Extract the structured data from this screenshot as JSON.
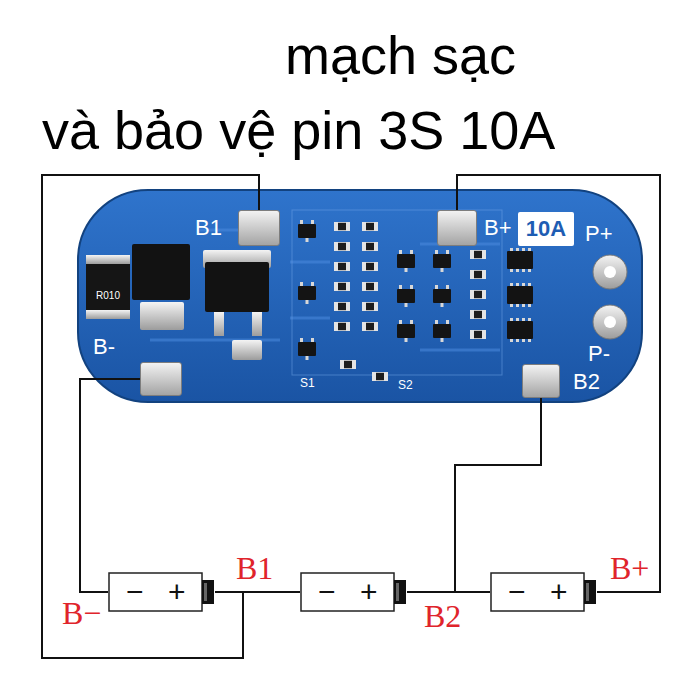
{
  "diagram": {
    "title": "mạch sạc và bảo vệ pin 3S 10A",
    "nodes": [
      {
        "text": [
          "R010",
          "10A",
          "P+",
          "S1",
          "S2",
          "P-"
        ]
      },
      {
        "text": [
          "B1"
        ],
        "in": 0
      },
      {
        "text": [
          "B+"
        ],
        "in": 0
      },
      {
        "text": [
          "B-"
        ],
        "in": 0
      },
      {
        "text": [
          "B2"
        ],
        "in": 0
      },
      {
        "text": [
          "−",
          "+"
        ]
      },
      {
        "text": [
          "−",
          "+"
        ]
      },
      {
        "text": [
          "−",
          "+"
        ]
      }
    ],
    "edges": [
      {
        "from": 1,
        "to": 5,
        "arrow": "none"
      },
      {
        "from": 2,
        "to": 7,
        "arrow": "none"
      },
      {
        "from": 3,
        "to": 5,
        "arrow": "none"
      },
      {
        "from": 4,
        "to": 6,
        "arrow": "none"
      },
      {
        "from": 5,
        "to": 6,
        "arrow": "none"
      },
      {
        "from": 6,
        "to": 7,
        "arrow": "none"
      }
    ],
    "labels": [
      "B−",
      "B1",
      "B2",
      "B+"
    ]
  }
}
